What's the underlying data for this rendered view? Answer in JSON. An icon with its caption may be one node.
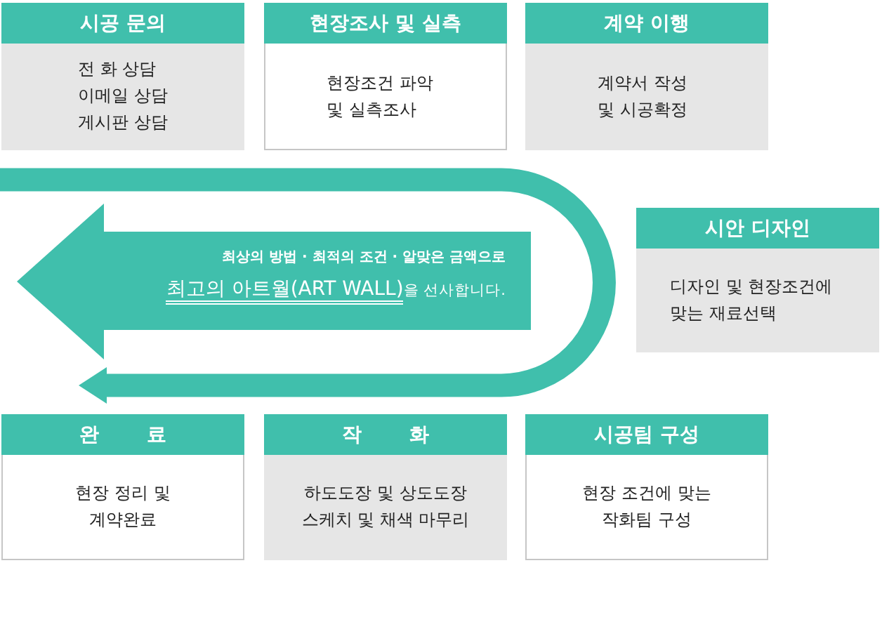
{
  "diagram": {
    "nodes": [
      {
        "text": [
          "시공 문의",
          "전 화 상담",
          "이메일 상담",
          "게시판 상담"
        ]
      },
      {
        "text": [
          "현장조사 및 실측",
          "현장조건 파악 및 실측조사"
        ]
      },
      {
        "text": [
          "계약 이행",
          "계약서 작성 및 시공확정"
        ]
      },
      {
        "text": [
          "최상의 방법 · 최적의 조건 · 알맞은 금액으로",
          "**최고의 아트월(ART WALL)**을 선사합니다."
        ]
      },
      {
        "text": [
          "시안 디자인",
          "디자인 및 현장조건에 맞는 재료선택"
        ]
      },
      {
        "text": [
          "완 료",
          "현장 정리 및 계약완료"
        ]
      },
      {
        "text": [
          "작 화",
          "하도도장 및 상도도장 스케치 및 채색 마무리"
        ]
      },
      {
        "text": [
          "시공팀 구성",
          "현장 조건에 맞는 작화팀 구성"
        ]
      }
    ]
  }
}
